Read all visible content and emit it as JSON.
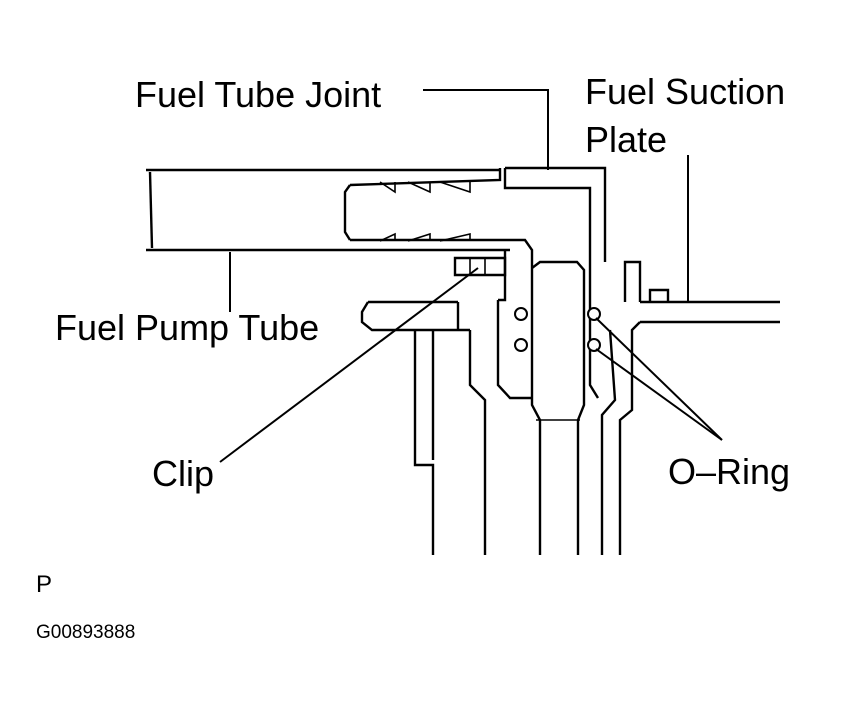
{
  "labels": {
    "fuel_tube_joint": "Fuel Tube Joint",
    "fuel_suction_plate_line1": "Fuel Suction",
    "fuel_suction_plate_line2": "Plate",
    "fuel_pump_tube": "Fuel Pump Tube",
    "clip": "Clip",
    "o_ring": "O–Ring"
  },
  "footer": {
    "marker": "P",
    "figure_code": "G00893888"
  }
}
